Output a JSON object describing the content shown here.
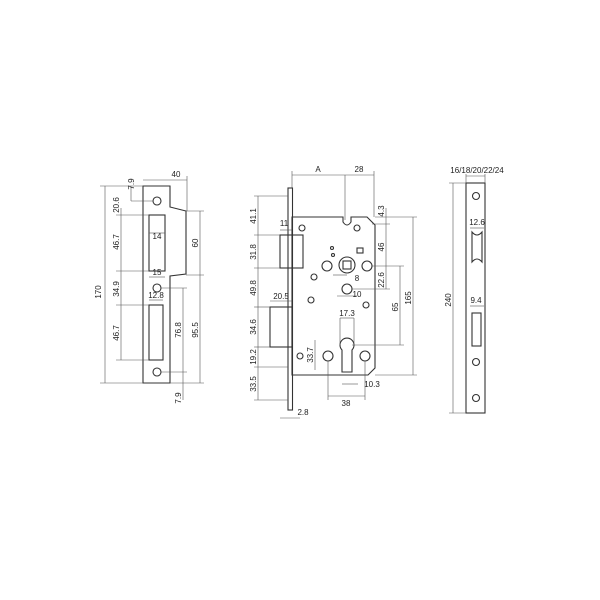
{
  "strike_plate": {
    "dims": {
      "total_height": "170",
      "width": "40",
      "top_hole_offset": "7.9",
      "top_gap": "20.6",
      "slot1_height": "46.7",
      "slot1_width": "14",
      "gap_between": "34.9",
      "slot2_width": "12.8",
      "slot2_height": "46.7",
      "lip_height": "60",
      "opening_width": "15",
      "hole_spacing": "76.8",
      "lower_span": "95.5",
      "bottom_hole_offset": "7.9"
    }
  },
  "lock_body": {
    "dims": {
      "backset": "A",
      "top_offset": "28",
      "d41": "41.1",
      "latch_thickness": "11",
      "d31": "31.8",
      "d49": "49.8",
      "deadbolt_width": "20.5",
      "d34": "34.6",
      "d19": "19.2",
      "d33": "33.5",
      "face_thickness": "2.8",
      "d4": "4.3",
      "d46": "46",
      "spindle": "8",
      "d22": "22.6",
      "d10": "10",
      "d65": "65",
      "d165": "165",
      "cyl_width": "17.3",
      "d33_7": "33.7",
      "screw_spacing": "38",
      "d10_3": "10.3"
    }
  },
  "faceplate": {
    "dims": {
      "thickness_options": "16/18/20/22/24",
      "height": "240",
      "slot1_width": "12.6",
      "slot2_width": "9.4"
    }
  }
}
